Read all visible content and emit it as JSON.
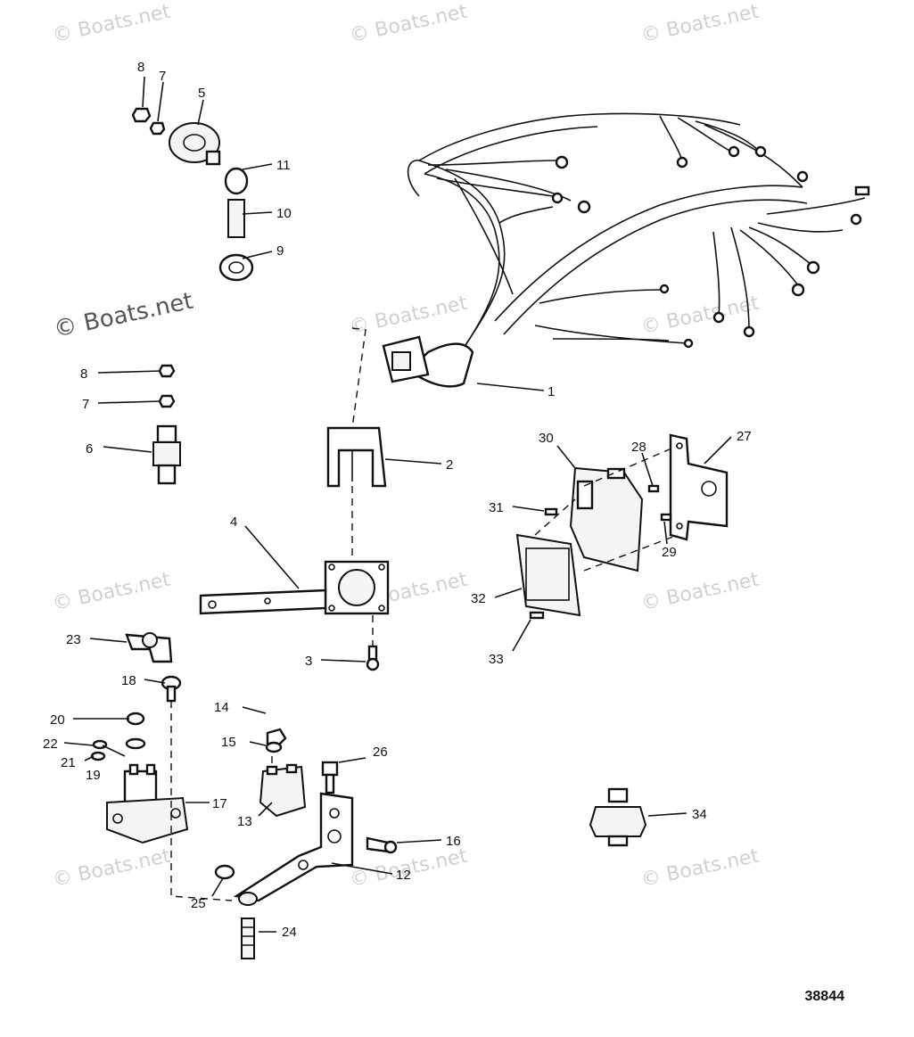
{
  "watermark_text": "© Boats.net",
  "drawing_number": "38844",
  "callouts": [
    "1",
    "2",
    "3",
    "4",
    "5",
    "6",
    "7",
    "8",
    "9",
    "10",
    "11",
    "12",
    "13",
    "14",
    "15",
    "16",
    "17",
    "18",
    "19",
    "20",
    "21",
    "22",
    "23",
    "24",
    "25",
    "26",
    "27",
    "28",
    "29",
    "30",
    "31",
    "32",
    "33",
    "34"
  ],
  "secondary_callouts": [
    "7",
    "8"
  ]
}
